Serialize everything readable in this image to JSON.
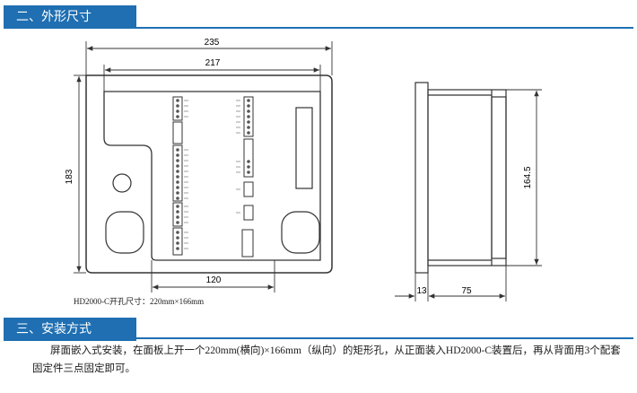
{
  "section2": {
    "title": "二、外形尺寸"
  },
  "section3": {
    "title": "三、安装方式"
  },
  "dimensions": {
    "overall_width": "235",
    "inner_width": "217",
    "height": "183",
    "bottom_width": "120",
    "side_height": "164.5",
    "side_left": "13",
    "side_depth": "75"
  },
  "cutout_note": "HD2000-C开孔尺寸：220mm×166mm",
  "install_text": {
    "line1": "屏面嵌入式安装，在面板上开一个220mm(横向)×166mm（纵向）的矩形孔，从正面装入HD2000-C装置后，再从",
    "line2": "背面用3个配套固定件三点固定即可。"
  },
  "colors": {
    "accent": "#1f6fb2",
    "line": "#333333"
  }
}
